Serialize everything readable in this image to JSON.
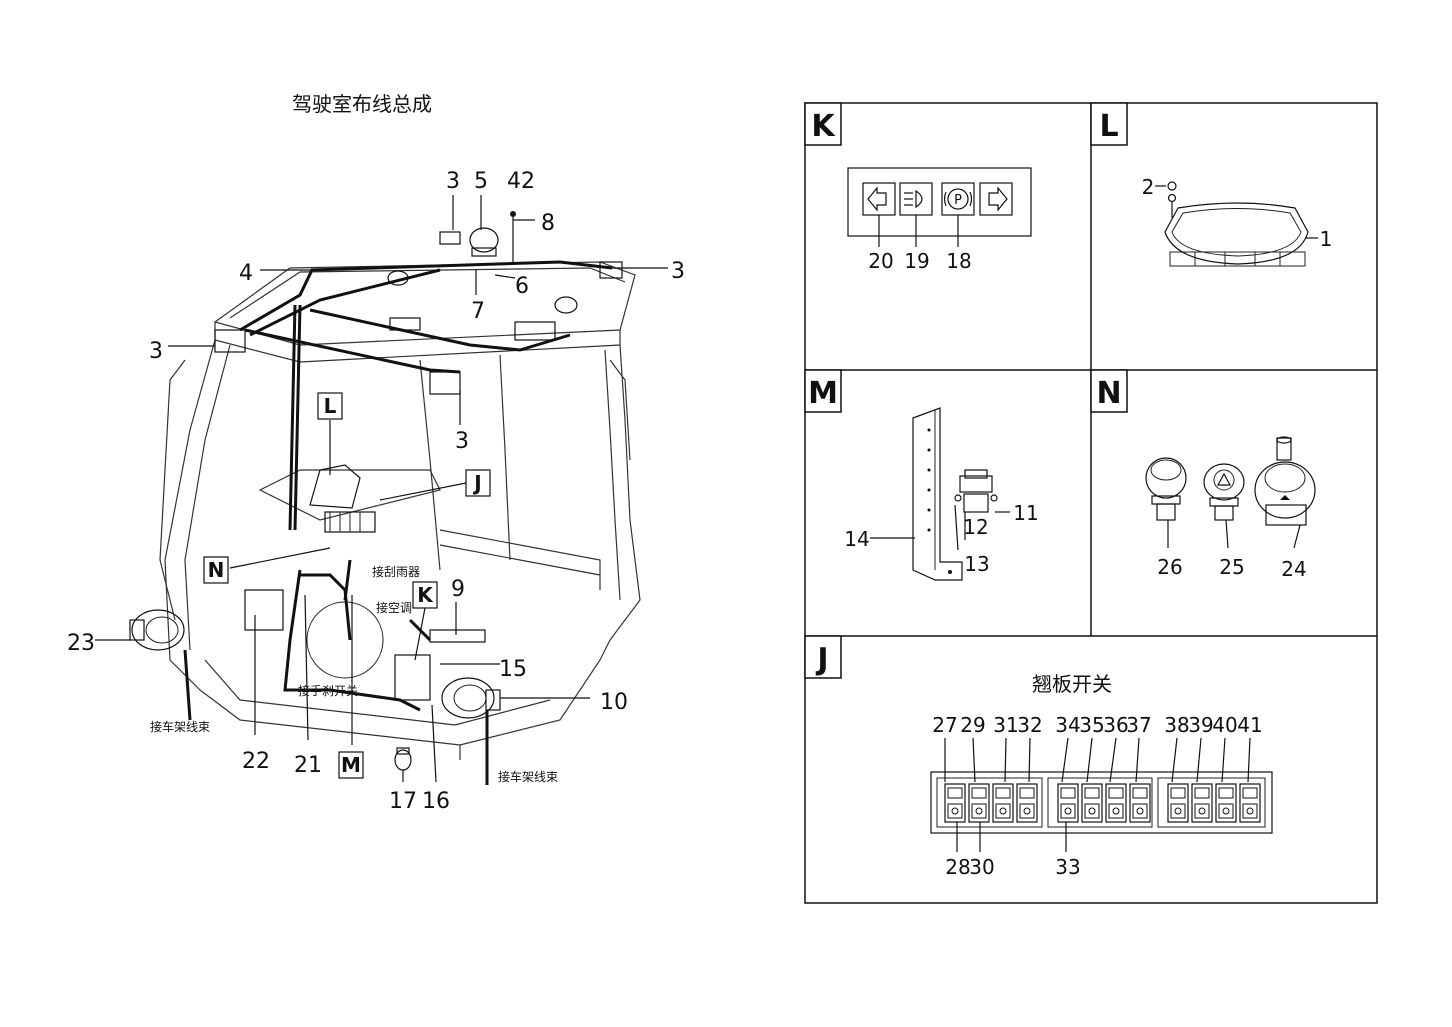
{
  "main_title": "驾驶室布线总成",
  "callouts": {
    "c1": "1",
    "c2": "2",
    "c3": "3",
    "c4": "4",
    "c5": "5",
    "c6": "6",
    "c7": "7",
    "c8": "8",
    "c9": "9",
    "c10": "10",
    "c11": "11",
    "c12": "12",
    "c13": "13",
    "c14": "14",
    "c15": "15",
    "c16": "16",
    "c17": "17",
    "c18": "18",
    "c19": "19",
    "c20": "20",
    "c21": "21",
    "c22": "22",
    "c23": "23",
    "c24": "24",
    "c25": "25",
    "c26": "26",
    "c27": "27",
    "c28": "28",
    "c29": "29",
    "c30": "30",
    "c31": "31",
    "c32": "32",
    "c33": "33",
    "c34": "34",
    "c35": "35",
    "c36": "36",
    "c37": "37",
    "c38": "38",
    "c39": "39",
    "c40": "40",
    "c41": "41",
    "c42": "42"
  },
  "view_tags": {
    "K": "K",
    "L": "L",
    "M": "M",
    "N": "N",
    "J": "J"
  },
  "annotations": {
    "wiper": "接刮雨器",
    "aircon": "接空调",
    "handbrake": "接手刹开关",
    "frame_harness_left": "接车架线束",
    "frame_harness_right": "接车架线束"
  },
  "panels": {
    "K": {
      "label": "K"
    },
    "L": {
      "label": "L"
    },
    "M": {
      "label": "M"
    },
    "N": {
      "label": "N"
    },
    "J": {
      "label": "J",
      "title": "翘板开关"
    }
  }
}
